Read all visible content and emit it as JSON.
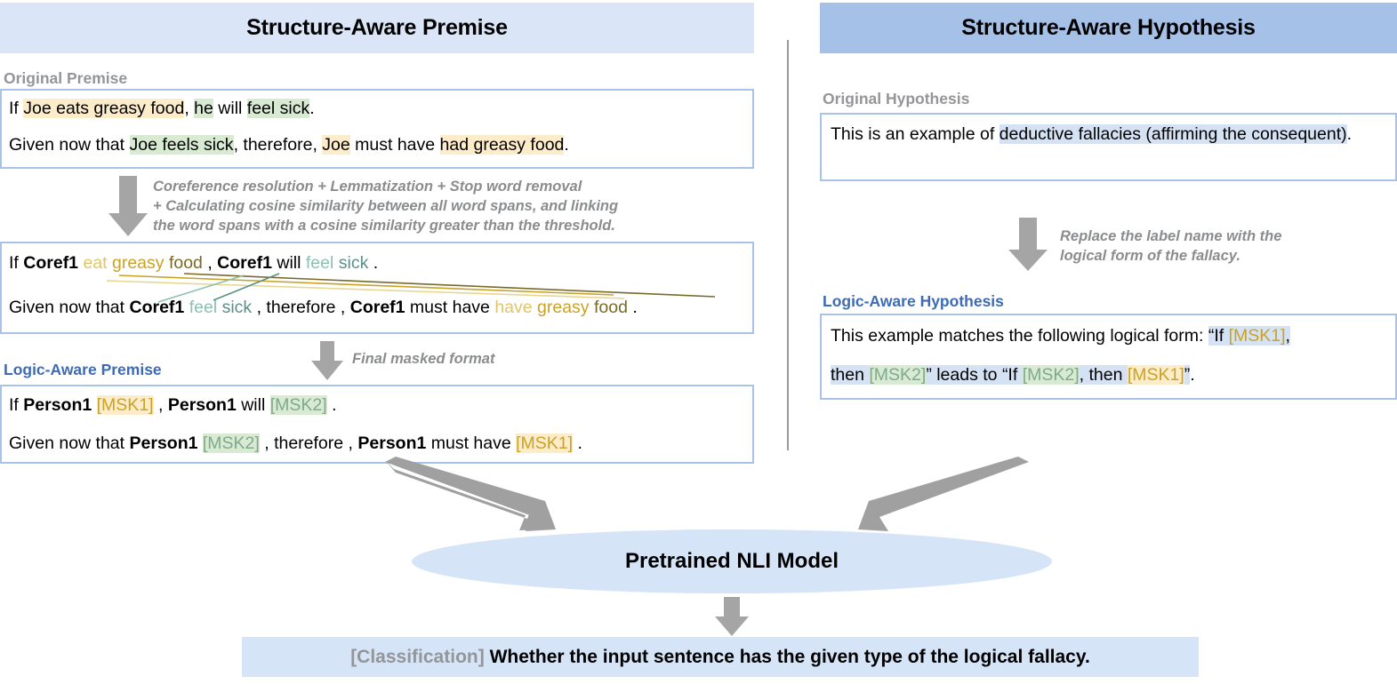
{
  "columns": {
    "premise": {
      "header": "Structure-Aware Premise",
      "header_bg": "#dae5f7",
      "original_label": "Original Premise",
      "logic_label": "Logic-Aware Premise",
      "original_premise": {
        "line1": [
          {
            "text": "If ",
            "style": "plain"
          },
          {
            "text": "Joe eats greasy food",
            "style": "hl-yellow"
          },
          {
            "text": ", ",
            "style": "plain"
          },
          {
            "text": "he",
            "style": "hl-green"
          },
          {
            "text": " will ",
            "style": "plain"
          },
          {
            "text": "feel sick",
            "style": "hl-green"
          },
          {
            "text": ".",
            "style": "plain"
          }
        ],
        "line2": [
          {
            "text": "Given now that ",
            "style": "plain"
          },
          {
            "text": "Joe feels sick",
            "style": "hl-green"
          },
          {
            "text": ", therefore, ",
            "style": "plain"
          },
          {
            "text": "Joe",
            "style": "hl-yellow"
          },
          {
            "text": " must have ",
            "style": "plain"
          },
          {
            "text": "had greasy food",
            "style": "hl-yellow"
          },
          {
            "text": ".",
            "style": "plain"
          }
        ]
      },
      "coref_premise": {
        "line1": [
          {
            "text": "If ",
            "style": "plain"
          },
          {
            "text": "Coref1",
            "style": "bold"
          },
          {
            "text": " ",
            "style": "plain"
          },
          {
            "text": "eat",
            "style": "t-gold-l"
          },
          {
            "text": " ",
            "style": "plain"
          },
          {
            "text": "greasy",
            "style": "t-gold"
          },
          {
            "text": " ",
            "style": "plain"
          },
          {
            "text": "food",
            "style": "t-olive"
          },
          {
            "text": " , ",
            "style": "plain"
          },
          {
            "text": "Coref1",
            "style": "bold"
          },
          {
            "text": " will ",
            "style": "plain"
          },
          {
            "text": "feel",
            "style": "t-teal-l"
          },
          {
            "text": " ",
            "style": "plain"
          },
          {
            "text": "sick",
            "style": "t-teal"
          },
          {
            "text": " .",
            "style": "plain"
          }
        ],
        "line2": [
          {
            "text": "Given now that ",
            "style": "plain"
          },
          {
            "text": "Coref1",
            "style": "bold"
          },
          {
            "text": " ",
            "style": "plain"
          },
          {
            "text": "feel",
            "style": "t-teal-l"
          },
          {
            "text": " ",
            "style": "plain"
          },
          {
            "text": "sick",
            "style": "t-teal"
          },
          {
            "text": " , therefore , ",
            "style": "plain"
          },
          {
            "text": "Coref1",
            "style": "bold"
          },
          {
            "text": " must have ",
            "style": "plain"
          },
          {
            "text": "have",
            "style": "t-gold-l"
          },
          {
            "text": " ",
            "style": "plain"
          },
          {
            "text": "greasy",
            "style": "t-gold"
          },
          {
            "text": " ",
            "style": "plain"
          },
          {
            "text": "food",
            "style": "t-olive"
          },
          {
            "text": " .",
            "style": "plain"
          }
        ]
      },
      "masked_premise": {
        "line1": [
          {
            "text": "If ",
            "style": "plain"
          },
          {
            "text": "Person1",
            "style": "bold"
          },
          {
            "text": " ",
            "style": "plain"
          },
          {
            "text": "[MSK1]",
            "style": "msk1"
          },
          {
            "text": " , ",
            "style": "plain"
          },
          {
            "text": "Person1",
            "style": "bold"
          },
          {
            "text": " will ",
            "style": "plain"
          },
          {
            "text": "[MSK2]",
            "style": "msk2"
          },
          {
            "text": " .",
            "style": "plain"
          }
        ],
        "line2": [
          {
            "text": "Given now that ",
            "style": "plain"
          },
          {
            "text": "Person1",
            "style": "bold"
          },
          {
            "text": " ",
            "style": "plain"
          },
          {
            "text": "[MSK2]",
            "style": "msk2"
          },
          {
            "text": " , therefore , ",
            "style": "plain"
          },
          {
            "text": "Person1",
            "style": "bold"
          },
          {
            "text": " must have ",
            "style": "plain"
          },
          {
            "text": "[MSK1]",
            "style": "msk1"
          },
          {
            "text": " .",
            "style": "plain"
          }
        ]
      },
      "note_coref": "Coreference resolution + Lemmatization + Stop word removal\n+ Calculating cosine similarity between all word spans, and linking\nthe word spans with a cosine similarity greater than the threshold.",
      "note_mask": "Final masked format"
    },
    "hypothesis": {
      "header": "Structure-Aware Hypothesis",
      "header_bg": "#a6c1e8",
      "original_label": "Original Hypothesis",
      "logic_label": "Logic-Aware Hypothesis",
      "original_hypothesis": [
        {
          "text": "This is an example of ",
          "style": "plain"
        },
        {
          "text": "deductive fallacies (affirming the consequent)",
          "style": "hl-blue"
        },
        {
          "text": ".",
          "style": "plain"
        }
      ],
      "logic_hypothesis": {
        "lead": "This example matches the following logical form: ",
        "line1_tokens": [
          {
            "text": "“If ",
            "style": "hl-blue"
          },
          {
            "text": "[MSK1]",
            "style": "msk1-blue"
          },
          {
            "text": ",",
            "style": "hl-blue"
          }
        ],
        "line2_tokens": [
          {
            "text": "then ",
            "style": "hl-blue"
          },
          {
            "text": "[MSK2]",
            "style": "msk2-blue"
          },
          {
            "text": "” leads to “If ",
            "style": "hl-blue"
          },
          {
            "text": "[MSK2]",
            "style": "msk2-blue"
          },
          {
            "text": ", then ",
            "style": "hl-blue"
          },
          {
            "text": "[MSK1]",
            "style": "msk1-blue"
          },
          {
            "text": "”",
            "style": "hl-blue"
          },
          {
            "text": ".",
            "style": "plain"
          }
        ]
      },
      "note_replace": "Replace the label name with the\nlogical form of the fallacy."
    }
  },
  "model": {
    "ellipse_label": "Pretrained NLI Model"
  },
  "output": {
    "tag": "[Classification]",
    "text": "Whether the input sentence has the given type of the logical fallacy."
  },
  "colors": {
    "header_light": "#dae5f7",
    "header_dark": "#a6c1e8",
    "box_border": "#a8c3e8",
    "highlight_yellow": "#fdecc9",
    "highlight_green": "#d9ead3",
    "highlight_blue": "#d5e2f3",
    "label_grey": "#939598",
    "label_blue": "#3d6bb5",
    "arrow_grey": "#a0a0a0",
    "msk1_text": "#c9a227",
    "msk2_text": "#7fa98c"
  }
}
